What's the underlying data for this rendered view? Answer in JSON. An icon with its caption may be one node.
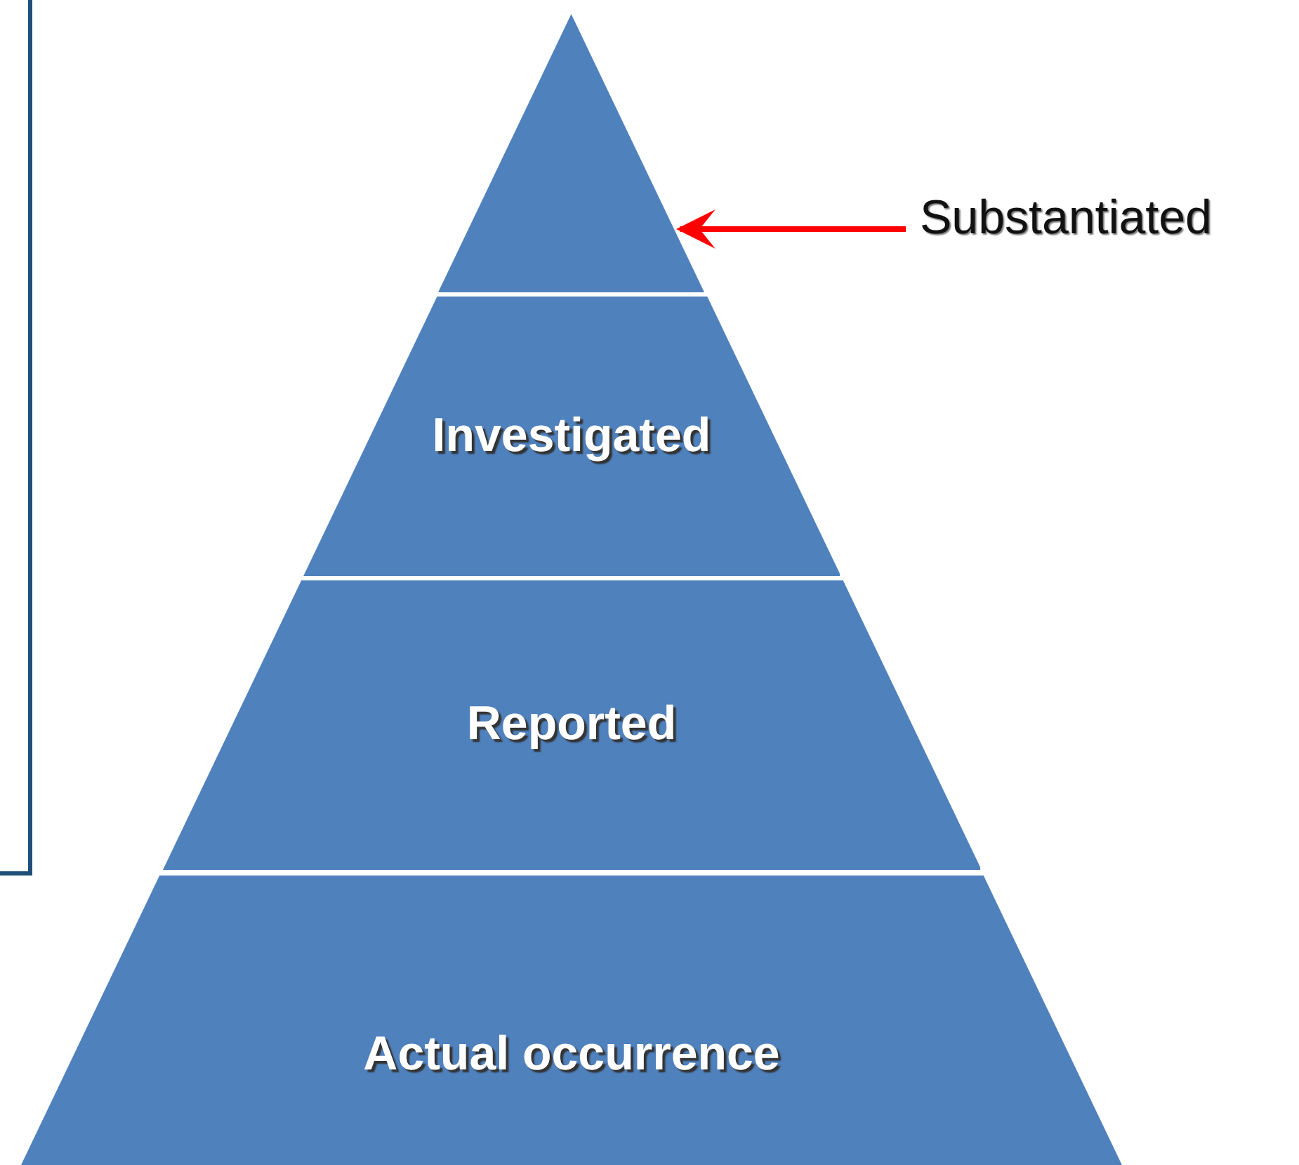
{
  "diagram": {
    "nodes": [
      {
        "text": [],
        "shape": "triangle"
      },
      {
        "text": [
          "Substantiated"
        ]
      },
      {
        "text": [
          "Investigated"
        ]
      },
      {
        "text": [
          "Reported"
        ]
      },
      {
        "text": [
          "Actual occurrence"
        ]
      }
    ],
    "edges": [
      {
        "from": 1,
        "to": 0,
        "arrow": "to",
        "color": "#ff0000"
      }
    ]
  }
}
